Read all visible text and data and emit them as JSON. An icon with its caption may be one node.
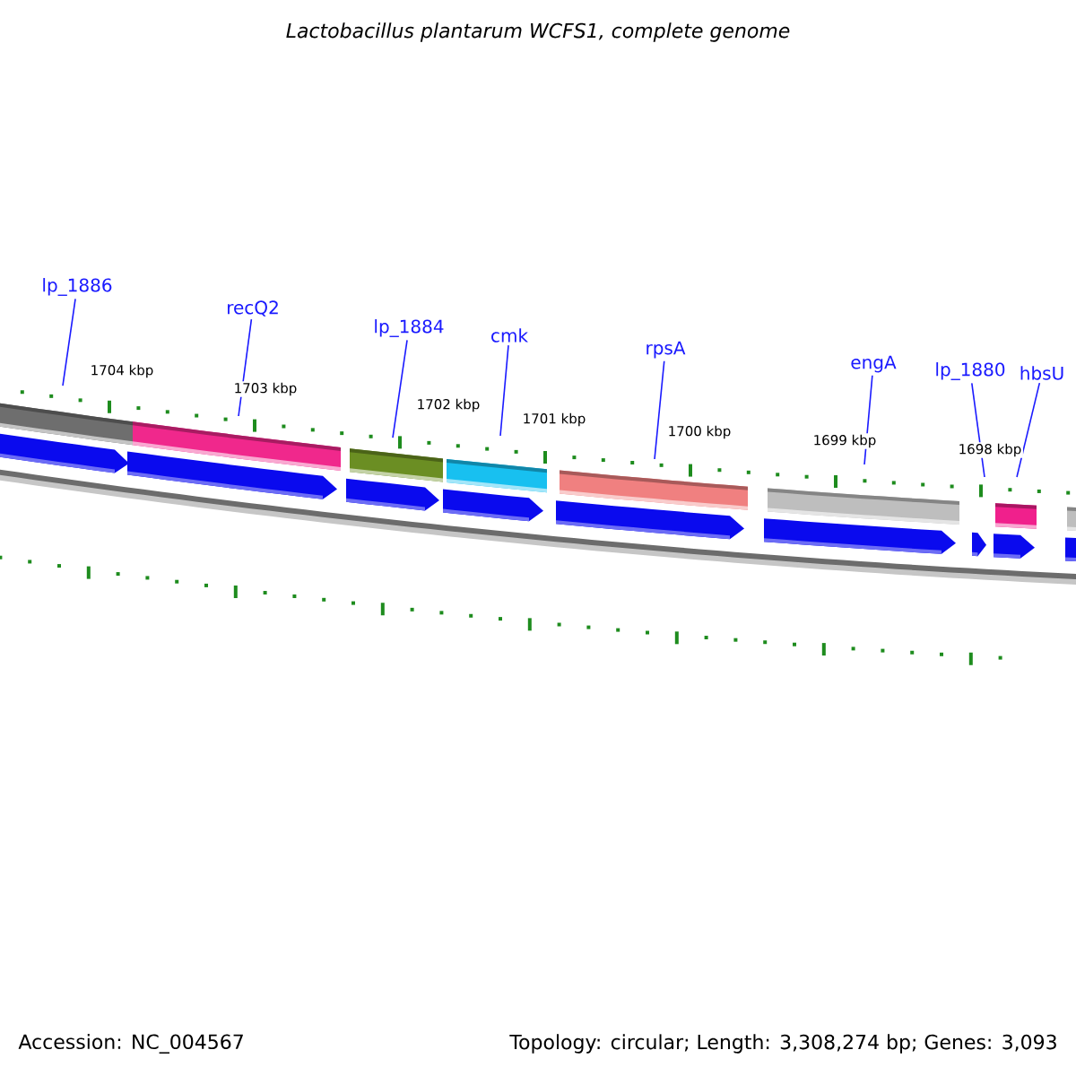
{
  "diagram": {
    "title": "Lactobacillus plantarum WCFS1, complete genome",
    "nodes": [
      {
        "text": [
          "lp_1886"
        ]
      },
      {
        "text": [
          "recQ2"
        ]
      },
      {
        "text": [
          "lp_1884"
        ]
      },
      {
        "text": [
          "cmk"
        ]
      },
      {
        "text": [
          "rpsA"
        ]
      },
      {
        "text": [
          "engA"
        ]
      },
      {
        "text": [
          "lp_1880"
        ]
      },
      {
        "text": [
          "hbsU"
        ]
      }
    ],
    "edges": [
      {
        "from": 0,
        "to": null,
        "arrow": "none"
      },
      {
        "from": 1,
        "to": null,
        "arrow": "none"
      },
      {
        "from": 2,
        "to": null,
        "arrow": "none"
      },
      {
        "from": 3,
        "to": null,
        "arrow": "none"
      },
      {
        "from": 4,
        "to": null,
        "arrow": "none"
      },
      {
        "from": 5,
        "to": null,
        "arrow": "none"
      },
      {
        "from": 6,
        "to": null,
        "arrow": "none"
      },
      {
        "from": 7,
        "to": null,
        "arrow": "none"
      }
    ],
    "labels": [
      "1704 kbp",
      "1703 kbp",
      "1702 kbp",
      "1701 kbp",
      "1700 kbp",
      "1699 kbp",
      "1698 kbp",
      "Accession: NC_004567",
      "Topology: circular; Length: 3,308,274 bp; Genes: 3,093"
    ]
  }
}
